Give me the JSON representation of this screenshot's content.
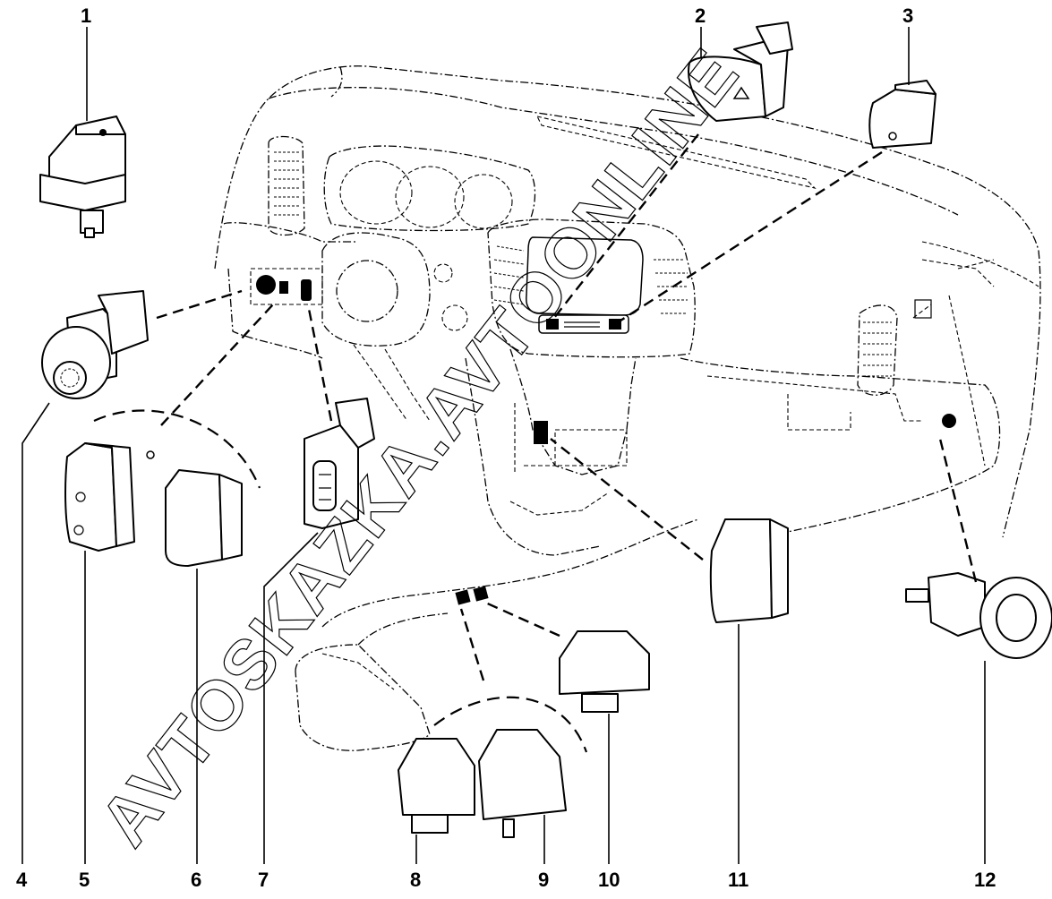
{
  "diagram": {
    "title": "Dashboard switches exploded view",
    "watermark": "AVTOSKAZKA.AVTOONLINE",
    "callouts": [
      {
        "id": "1",
        "label": "1",
        "part": "switch-1"
      },
      {
        "id": "2",
        "label": "2",
        "part": "hazard-warning-switch"
      },
      {
        "id": "3",
        "label": "3",
        "part": "switch-3"
      },
      {
        "id": "4",
        "label": "4",
        "part": "headlight-rotary-switch"
      },
      {
        "id": "5",
        "label": "5",
        "part": "switch-5"
      },
      {
        "id": "6",
        "label": "6",
        "part": "switch-6"
      },
      {
        "id": "7",
        "label": "7",
        "part": "switch-7"
      },
      {
        "id": "8",
        "label": "8",
        "part": "switch-8"
      },
      {
        "id": "9",
        "label": "9",
        "part": "switch-9"
      },
      {
        "id": "10",
        "label": "10",
        "part": "switch-10"
      },
      {
        "id": "11",
        "label": "11",
        "part": "switch-11"
      },
      {
        "id": "12",
        "label": "12",
        "part": "rotary-switch-12"
      }
    ],
    "colors": {
      "line": "#000000",
      "background": "#ffffff"
    }
  }
}
